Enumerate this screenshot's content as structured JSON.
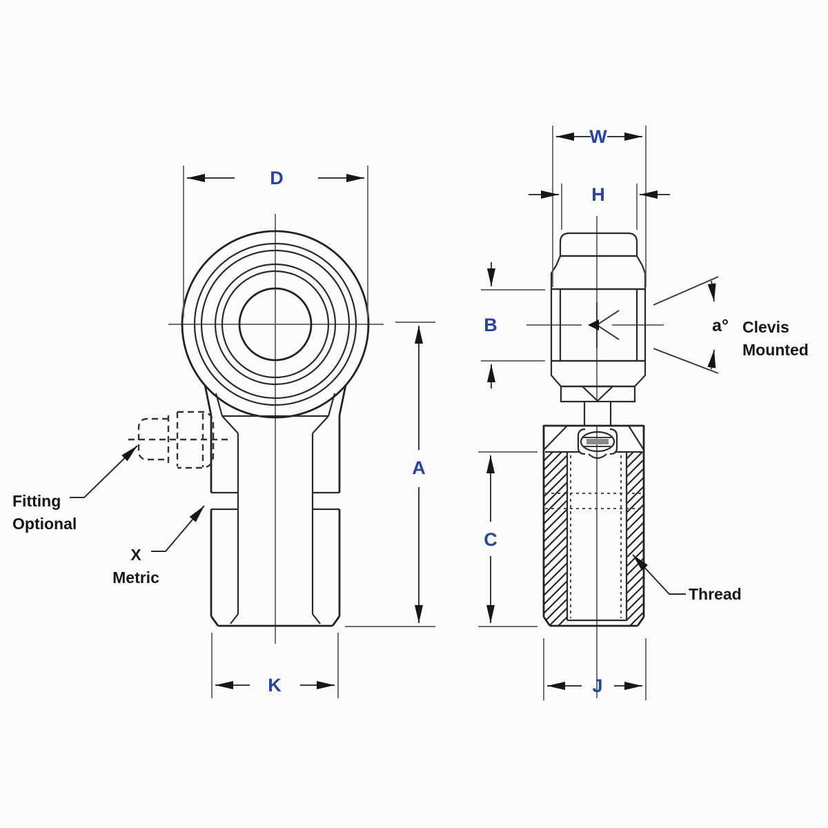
{
  "diagram": {
    "dimension_labels": {
      "D": "D",
      "A": "A",
      "K": "K",
      "W": "W",
      "H": "H",
      "B": "B",
      "C": "C",
      "J": "J",
      "angle": "a°"
    },
    "annotations": {
      "fitting_line1": "Fitting",
      "fitting_line2": "Optional",
      "x_label": "X",
      "metric_label": "Metric",
      "clevis_line1": "Clevis",
      "clevis_line2": "Mounted",
      "thread_label": "Thread"
    },
    "colors": {
      "dimension_label_blue": "#2343ae",
      "line_color": "#222222",
      "annotation_black": "#161616",
      "background": "#fcfcfc"
    }
  }
}
